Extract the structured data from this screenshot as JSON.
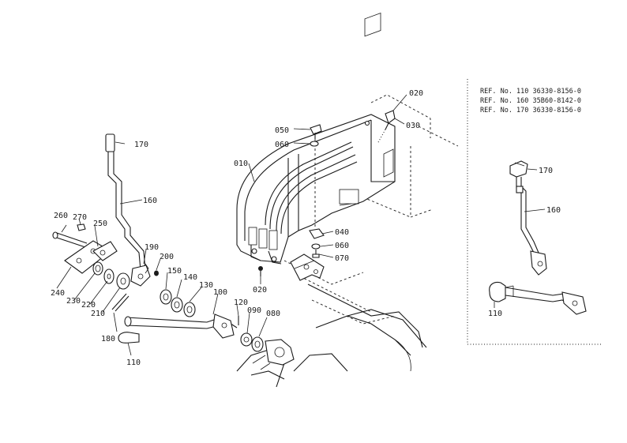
{
  "ref_notes": [
    "REF. No. 110  36330-8156-0",
    "REF. No. 160  35B60-8142-0",
    "REF. No. 170  36330-8156-0"
  ],
  "callouts": {
    "c010": "010",
    "c020a": "020",
    "c020b": "020",
    "c030": "030",
    "c040": "040",
    "c050": "050",
    "c060a": "060",
    "c060b": "060",
    "c070": "070",
    "c080": "080",
    "c090": "090",
    "c100": "100",
    "c110": "110",
    "c120": "120",
    "c130": "130",
    "c140": "140",
    "c150": "150",
    "c160": "160",
    "c170": "170",
    "c180": "180",
    "c190": "190",
    "c200": "200",
    "c210": "210",
    "c220": "220",
    "c230": "230",
    "c240": "240",
    "c250": "250",
    "c260": "260",
    "c270": "270",
    "i110": "110",
    "i160": "160",
    "i170": "170"
  }
}
